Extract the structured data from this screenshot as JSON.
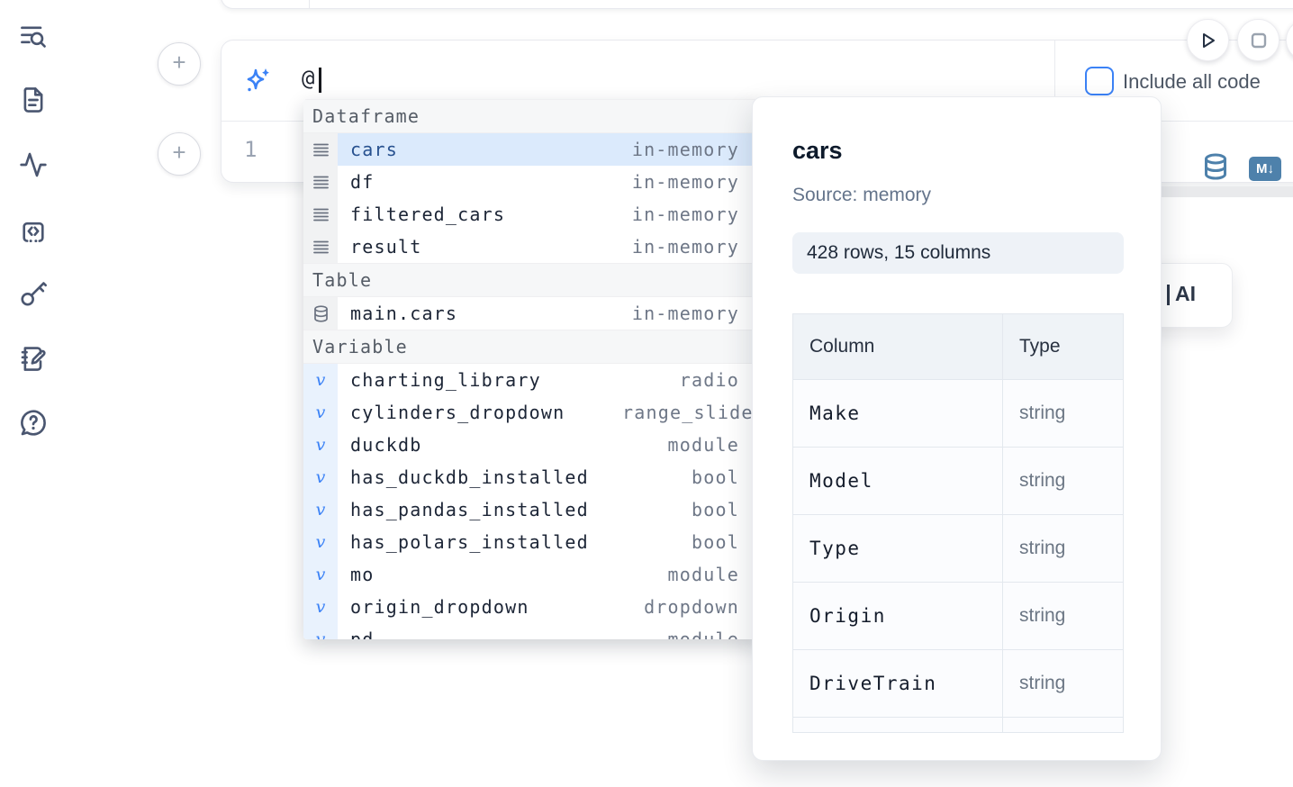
{
  "colors": {
    "accent_blue": "#3b82f6",
    "steel_blue": "#4e81ab",
    "selection_bg": "#dbeafc",
    "icon_slate": "#4a5670",
    "badge_bg": "#eef2f7"
  },
  "sidebar": {
    "icons": [
      {
        "name": "toc-search-icon"
      },
      {
        "name": "file-document-icon"
      },
      {
        "name": "activity-icon"
      },
      {
        "name": "snippets-icon"
      },
      {
        "name": "key-icon"
      },
      {
        "name": "scratchpad-icon"
      },
      {
        "name": "help-chat-icon"
      }
    ]
  },
  "ai_cell": {
    "prompt_value": "@",
    "include_all_code_label": "Include all code",
    "editor_line_number": "1",
    "markdown_badge": "M↓"
  },
  "run_controls": {
    "play_button": "run",
    "stop_button": "stop"
  },
  "ai_card": {
    "visible_label": "AI"
  },
  "autocomplete": {
    "sections": [
      {
        "label": "Dataframe",
        "icon": "dataframe",
        "items": [
          {
            "name": "cars",
            "type": "in-memory",
            "selected": true
          },
          {
            "name": "df",
            "type": "in-memory"
          },
          {
            "name": "filtered_cars",
            "type": "in-memory"
          },
          {
            "name": "result",
            "type": "in-memory"
          }
        ]
      },
      {
        "label": "Table",
        "icon": "table",
        "items": [
          {
            "name": "main.cars",
            "type": "in-memory"
          }
        ]
      },
      {
        "label": "Variable",
        "icon": "variable",
        "items": [
          {
            "name": "charting_library",
            "type": "radio"
          },
          {
            "name": "cylinders_dropdown",
            "type": "range_slider"
          },
          {
            "name": "duckdb",
            "type": "module"
          },
          {
            "name": "has_duckdb_installed",
            "type": "bool"
          },
          {
            "name": "has_pandas_installed",
            "type": "bool"
          },
          {
            "name": "has_polars_installed",
            "type": "bool"
          },
          {
            "name": "mo",
            "type": "module"
          },
          {
            "name": "origin_dropdown",
            "type": "dropdown"
          },
          {
            "name": "pd",
            "type": "module"
          }
        ]
      }
    ]
  },
  "preview_panel": {
    "title": "cars",
    "source": "Source: memory",
    "shape_badge": "428 rows, 15 columns",
    "table": {
      "headers": [
        "Column",
        "Type"
      ],
      "rows": [
        {
          "column": "Make",
          "type": "string"
        },
        {
          "column": "Model",
          "type": "string"
        },
        {
          "column": "Type",
          "type": "string"
        },
        {
          "column": "Origin",
          "type": "string"
        },
        {
          "column": "DriveTrain",
          "type": "string"
        }
      ]
    }
  }
}
